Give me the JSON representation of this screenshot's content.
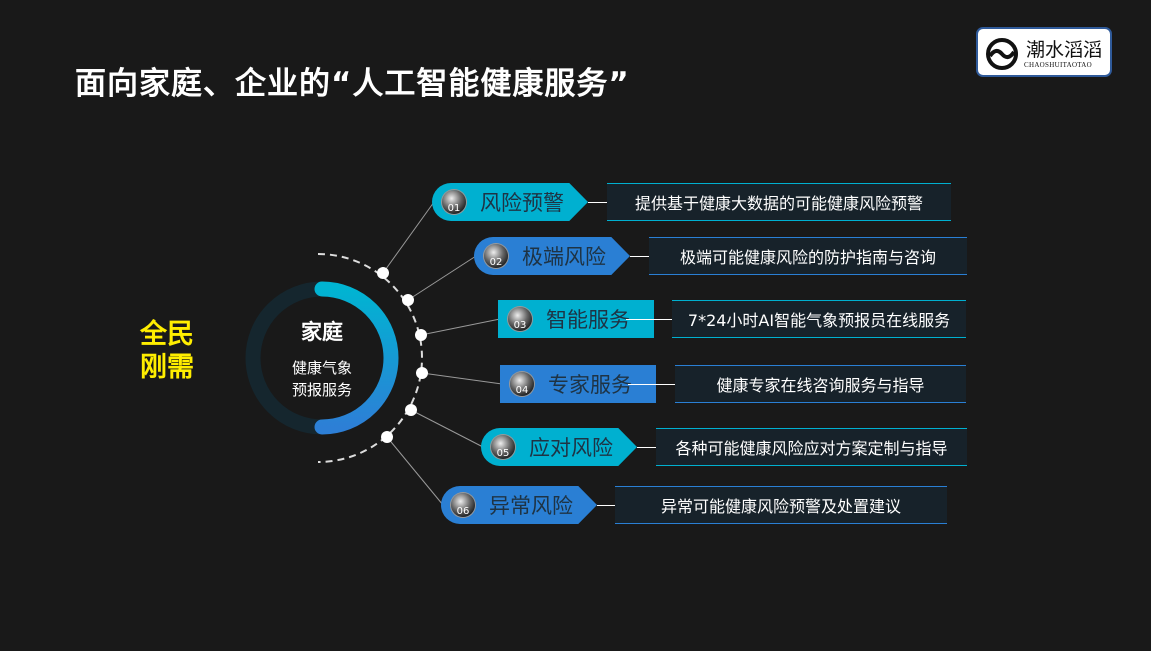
{
  "title": "面向家庭、企业的“人工智能健康服务”",
  "logo": {
    "cn": "潮水滔滔",
    "en": "CHAOSHUITAOTAO"
  },
  "side_label": "全民刚需",
  "center": {
    "title": "家庭",
    "line1": "健康气象",
    "line2": "预报服务"
  },
  "colors": {
    "cyan": "#00b0d0",
    "blue": "#2a7fd4",
    "yellow": "#ffee00"
  },
  "items": [
    {
      "num": "01",
      "label": "风险预警",
      "desc": "提供基于健康大数据的可能健康风险预警"
    },
    {
      "num": "02",
      "label": "极端风险",
      "desc": "极端可能健康风险的防护指南与咨询"
    },
    {
      "num": "03",
      "label": "智能服务",
      "desc": "7*24小时AI智能气象预报员在线服务"
    },
    {
      "num": "04",
      "label": "专家服务",
      "desc": "健康专家在线咨询服务与指导"
    },
    {
      "num": "05",
      "label": "应对风险",
      "desc": "各种可能健康风险应对方案定制与指导"
    },
    {
      "num": "06",
      "label": "异常风险",
      "desc": "异常可能健康风险预警及处置建议"
    }
  ]
}
